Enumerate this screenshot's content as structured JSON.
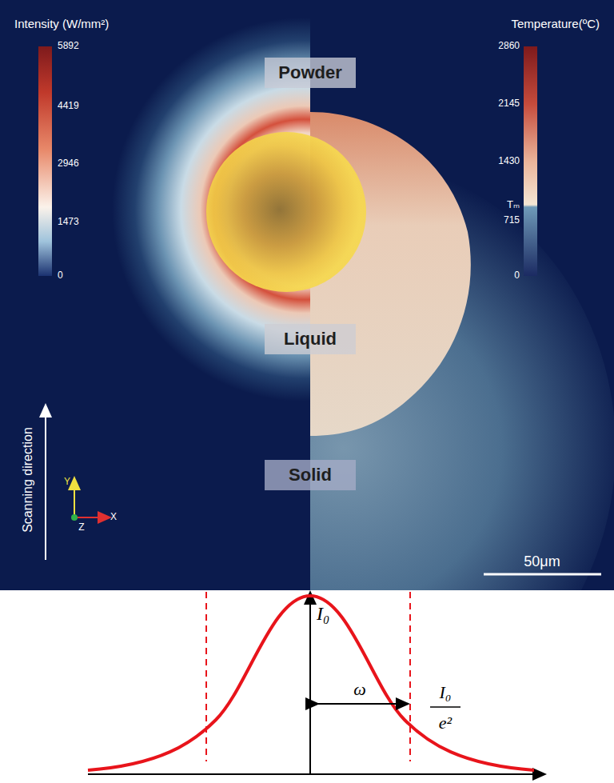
{
  "diagram": {
    "nodes": [
      {
        "text": [
          "Powder"
        ]
      },
      {
        "text": [
          "Liquid"
        ]
      },
      {
        "text": [
          "Solid"
        ]
      }
    ],
    "labels": [
      "Intensity (W/mm²)",
      "5892",
      "4419",
      "2946",
      "1473",
      "0",
      "Temperature(ºC)",
      "2860",
      "2145",
      "1430",
      "Tₘ",
      "715",
      "0",
      "Scanning direction",
      "Y",
      "Z",
      "X",
      "50μm",
      "I₀",
      "I₀",
      "e²",
      "ω"
    ]
  }
}
